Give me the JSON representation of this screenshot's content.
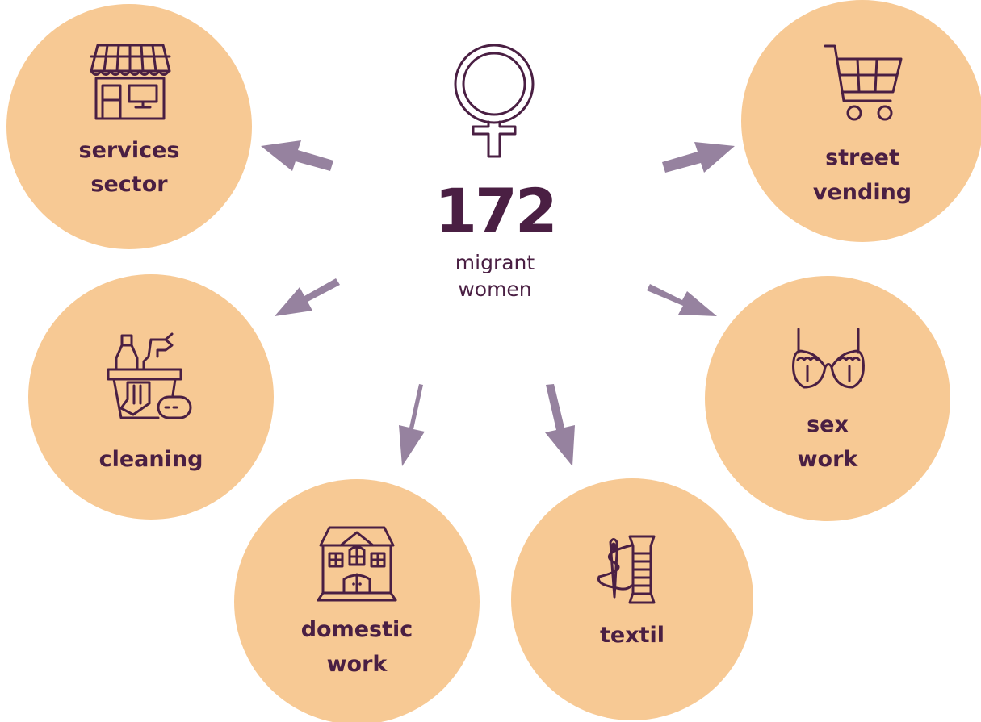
{
  "center": {
    "icon": "female-symbol-icon",
    "number": "172",
    "line1": "migrant",
    "line2": "women"
  },
  "sectors": [
    {
      "id": "services",
      "icon": "shop-icon",
      "lines": [
        "services",
        "sector"
      ]
    },
    {
      "id": "street",
      "icon": "shopping-cart-icon",
      "lines": [
        "street",
        "vending"
      ]
    },
    {
      "id": "cleaning",
      "icon": "cleaning-supplies-icon",
      "lines": [
        "cleaning"
      ]
    },
    {
      "id": "sex",
      "icon": "bra-icon",
      "lines": [
        "sex",
        "work"
      ]
    },
    {
      "id": "domestic",
      "icon": "house-icon",
      "lines": [
        "domestic",
        "work"
      ]
    },
    {
      "id": "textil",
      "icon": "thread-spool-icon",
      "lines": [
        "textil"
      ]
    }
  ],
  "colors": {
    "circle": "#f7c994",
    "text": "#4a1f43",
    "arrow": "#96829f"
  }
}
